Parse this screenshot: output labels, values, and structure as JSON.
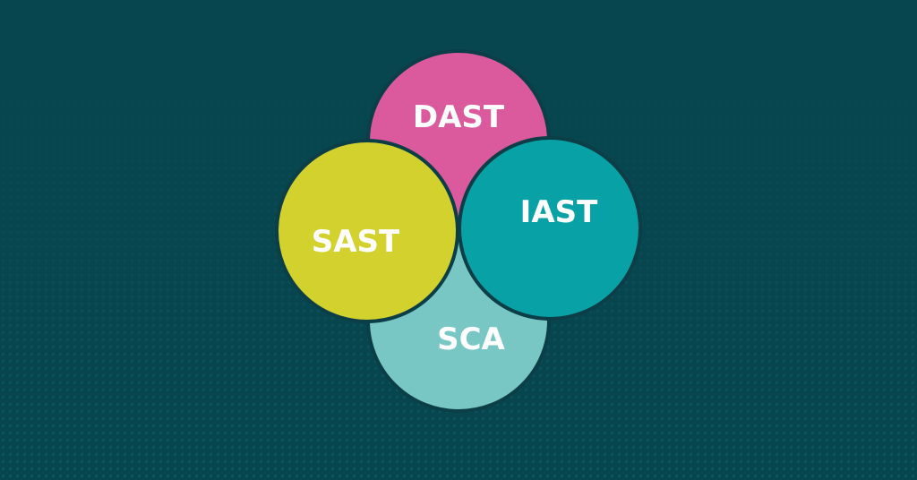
{
  "background": {
    "color": "#07464f",
    "dot_color": "#0f5a63"
  },
  "diagram": {
    "circles": [
      {
        "id": "dast",
        "label": "DAST",
        "color": "#da5a9d"
      },
      {
        "id": "iast",
        "label": "IAST",
        "color": "#08a1a5"
      },
      {
        "id": "sca",
        "label": "SCA",
        "color": "#79c7c4"
      },
      {
        "id": "sast",
        "label": "SAST",
        "color": "#d2d12e"
      }
    ],
    "outline_color": "#0b3e47"
  }
}
